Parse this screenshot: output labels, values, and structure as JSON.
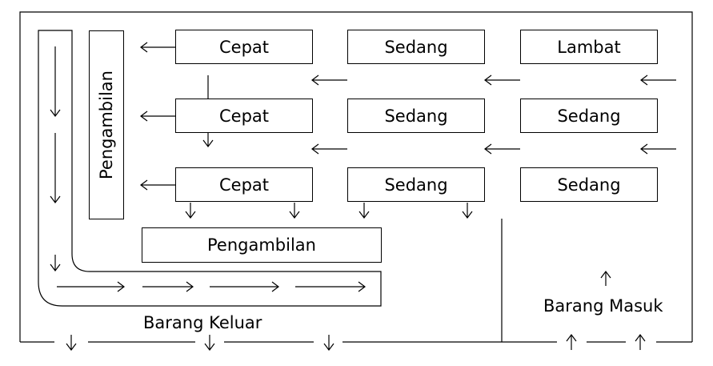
{
  "racks": {
    "r1": [
      "Cepat",
      "Sedang",
      "Lambat"
    ],
    "r2": [
      "Cepat",
      "Sedang",
      "Sedang"
    ],
    "r3": [
      "Cepat",
      "Sedang",
      "Sedang"
    ]
  },
  "picking_vertical": "Pengambilan",
  "picking_horizontal": "Pengambilan",
  "barang_keluar": "Barang Keluar",
  "barang_masuk": "Barang Masuk"
}
